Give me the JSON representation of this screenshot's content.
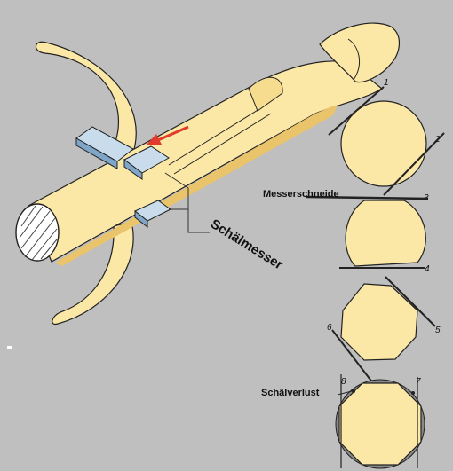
{
  "labels": {
    "knife": "Schälmesser",
    "cutting_edge": "Messerschneide",
    "peel_loss": "Schälverlust"
  },
  "step_numbers": [
    "1",
    "2",
    "3",
    "4",
    "5",
    "6",
    "7",
    "8"
  ],
  "colors": {
    "background": "#bfbfbf",
    "wood": "#fbe7a6",
    "wood_shade": "#e9c46a",
    "blade": "#c9dcec",
    "blade_shade": "#7fa6c8",
    "arrow": "#e23b2e",
    "loss": "#8a8a8a",
    "outline": "#222222"
  }
}
